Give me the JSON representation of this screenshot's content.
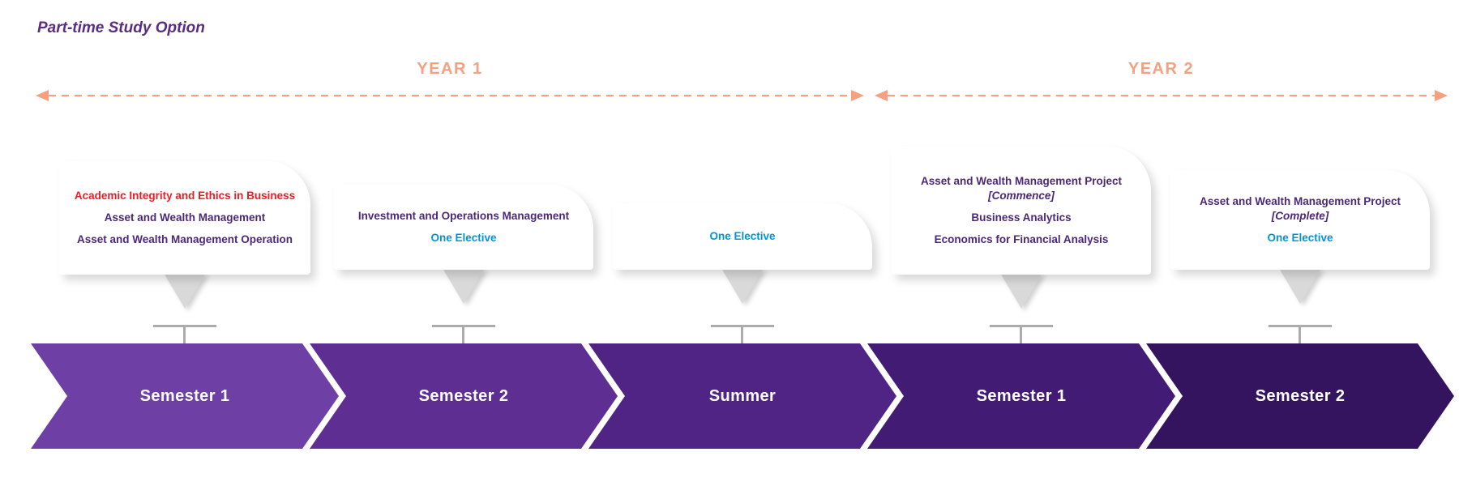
{
  "title": "Part-time Study Option",
  "timeline": {
    "year1_label": "YEAR 1",
    "year2_label": "YEAR 2"
  },
  "semesters": [
    {
      "label": "Semester 1",
      "color": "#6E3FA5"
    },
    {
      "label": "Semester 2",
      "color": "#5E2E93"
    },
    {
      "label": "Summer",
      "color": "#4F2484"
    },
    {
      "label": "Semester 1",
      "color": "#421C74"
    },
    {
      "label": "Semester 2",
      "color": "#35145F"
    }
  ],
  "callouts": [
    {
      "lines": [
        {
          "text": "Academic Integrity and Ethics in Business",
          "style": "red"
        },
        {
          "text": "Asset and Wealth Management",
          "style": "purple"
        },
        {
          "text": "Asset and Wealth Management Operation",
          "style": "purple"
        }
      ]
    },
    {
      "lines": [
        {
          "text": "Investment and Operations Management",
          "style": "purple"
        },
        {
          "text": "One Elective",
          "style": "blue"
        }
      ]
    },
    {
      "lines": [
        {
          "text": "One Elective",
          "style": "blue"
        }
      ]
    },
    {
      "lines": [
        {
          "text": "Asset and Wealth Management Project",
          "style": "purple"
        },
        {
          "text": "[Commence]",
          "style": "purple-italic"
        },
        {
          "text": "Business Analytics",
          "style": "purple"
        },
        {
          "text": "Economics for Financial Analysis",
          "style": "purple"
        }
      ]
    },
    {
      "lines": [
        {
          "text": "Asset and Wealth Management Project",
          "style": "purple"
        },
        {
          "text": "[Complete]",
          "style": "purple-italic"
        },
        {
          "text": "One Elective",
          "style": "blue"
        }
      ]
    }
  ],
  "colors": {
    "title_purple": "#5B2C86",
    "course_purple": "#4B2878",
    "course_red": "#ED1C24",
    "course_blue": "#0095D9",
    "salmon": "#F5A081",
    "pointer_gray": "#D9D9D9",
    "connector_gray": "#ABABAB"
  }
}
